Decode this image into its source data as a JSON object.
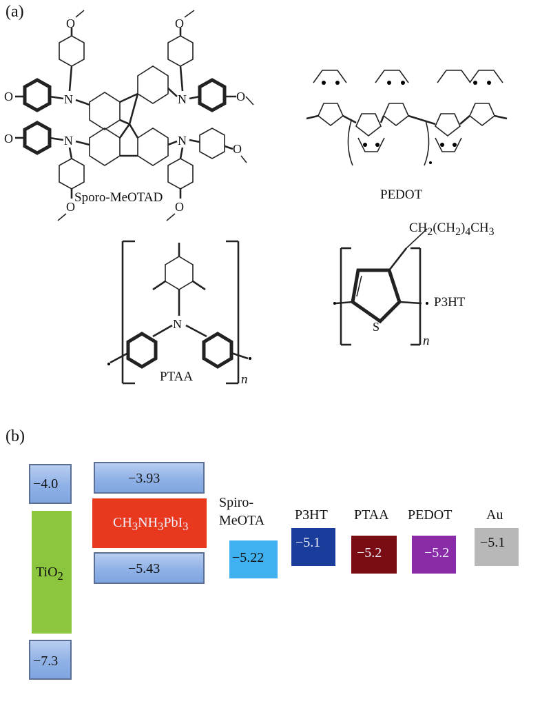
{
  "panel_a": {
    "label": "(a)",
    "spiro": {
      "name": "Sporo-MeOTAD"
    },
    "pedot": {
      "name": "PEDOT"
    },
    "ptaa": {
      "name": "PTAA",
      "n": "n"
    },
    "p3ht": {
      "name": "P3HT",
      "n": "n",
      "substituent": "CH2(CH2)4CH3",
      "hetero": "S"
    }
  },
  "panel_b": {
    "label": "(b)",
    "tio2": {
      "name": "TiO2",
      "cb": "−4.0",
      "vb": "−7.3",
      "color": "#8cc63e"
    },
    "perovskite": {
      "name": "CH3NH3PbI3",
      "cb": "−3.93",
      "vb": "−5.43",
      "color": "#e8391f"
    },
    "htms": [
      {
        "name": "Spiro-\nMeOTA",
        "value": "−5.22",
        "color": "#3fb0f0"
      },
      {
        "name": "P3HT",
        "value": "−5.1",
        "color": "#1a3c9a"
      },
      {
        "name": "PTAA",
        "value": "−5.2",
        "color": "#7a0c14"
      },
      {
        "name": "PEDOT",
        "value": "−5.2",
        "color": "#8a2ba8"
      },
      {
        "name": "Au",
        "value": "−5.1",
        "color": "#b8b8b8"
      }
    ]
  }
}
